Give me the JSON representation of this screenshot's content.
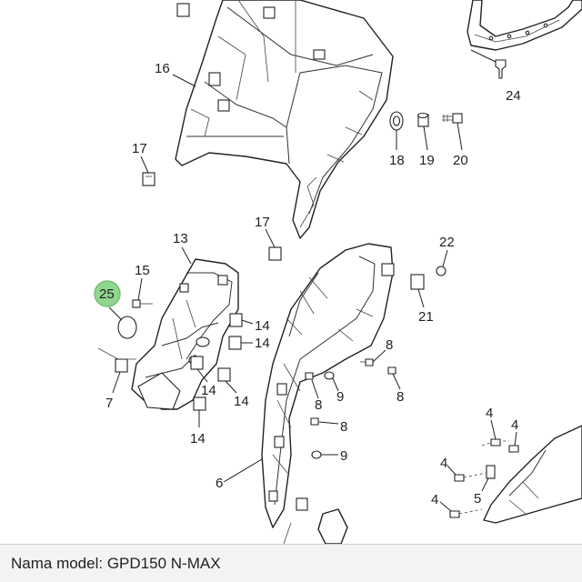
{
  "diagram": {
    "labels": {
      "p16": "16",
      "p17a": "17",
      "p17b": "17",
      "p18": "18",
      "p19": "19",
      "p20": "20",
      "p24": "24",
      "p13": "13",
      "p15": "15",
      "p25": "25",
      "p14a": "14",
      "p14b": "14",
      "p14c": "14",
      "p14d": "14",
      "p14e": "14",
      "p7": "7",
      "p22": "22",
      "p21": "21",
      "p8a": "8",
      "p8b": "8",
      "p8c": "8",
      "p8d": "8",
      "p9a": "9",
      "p9b": "9",
      "p6": "6",
      "p4a": "4",
      "p4b": "4",
      "p4c": "4",
      "p4d": "4",
      "p5": "5"
    },
    "highlight_color": "#7ccf7c"
  },
  "footer": {
    "label": "Nama model",
    "separator": ": ",
    "value": "GPD150 N-MAX"
  }
}
